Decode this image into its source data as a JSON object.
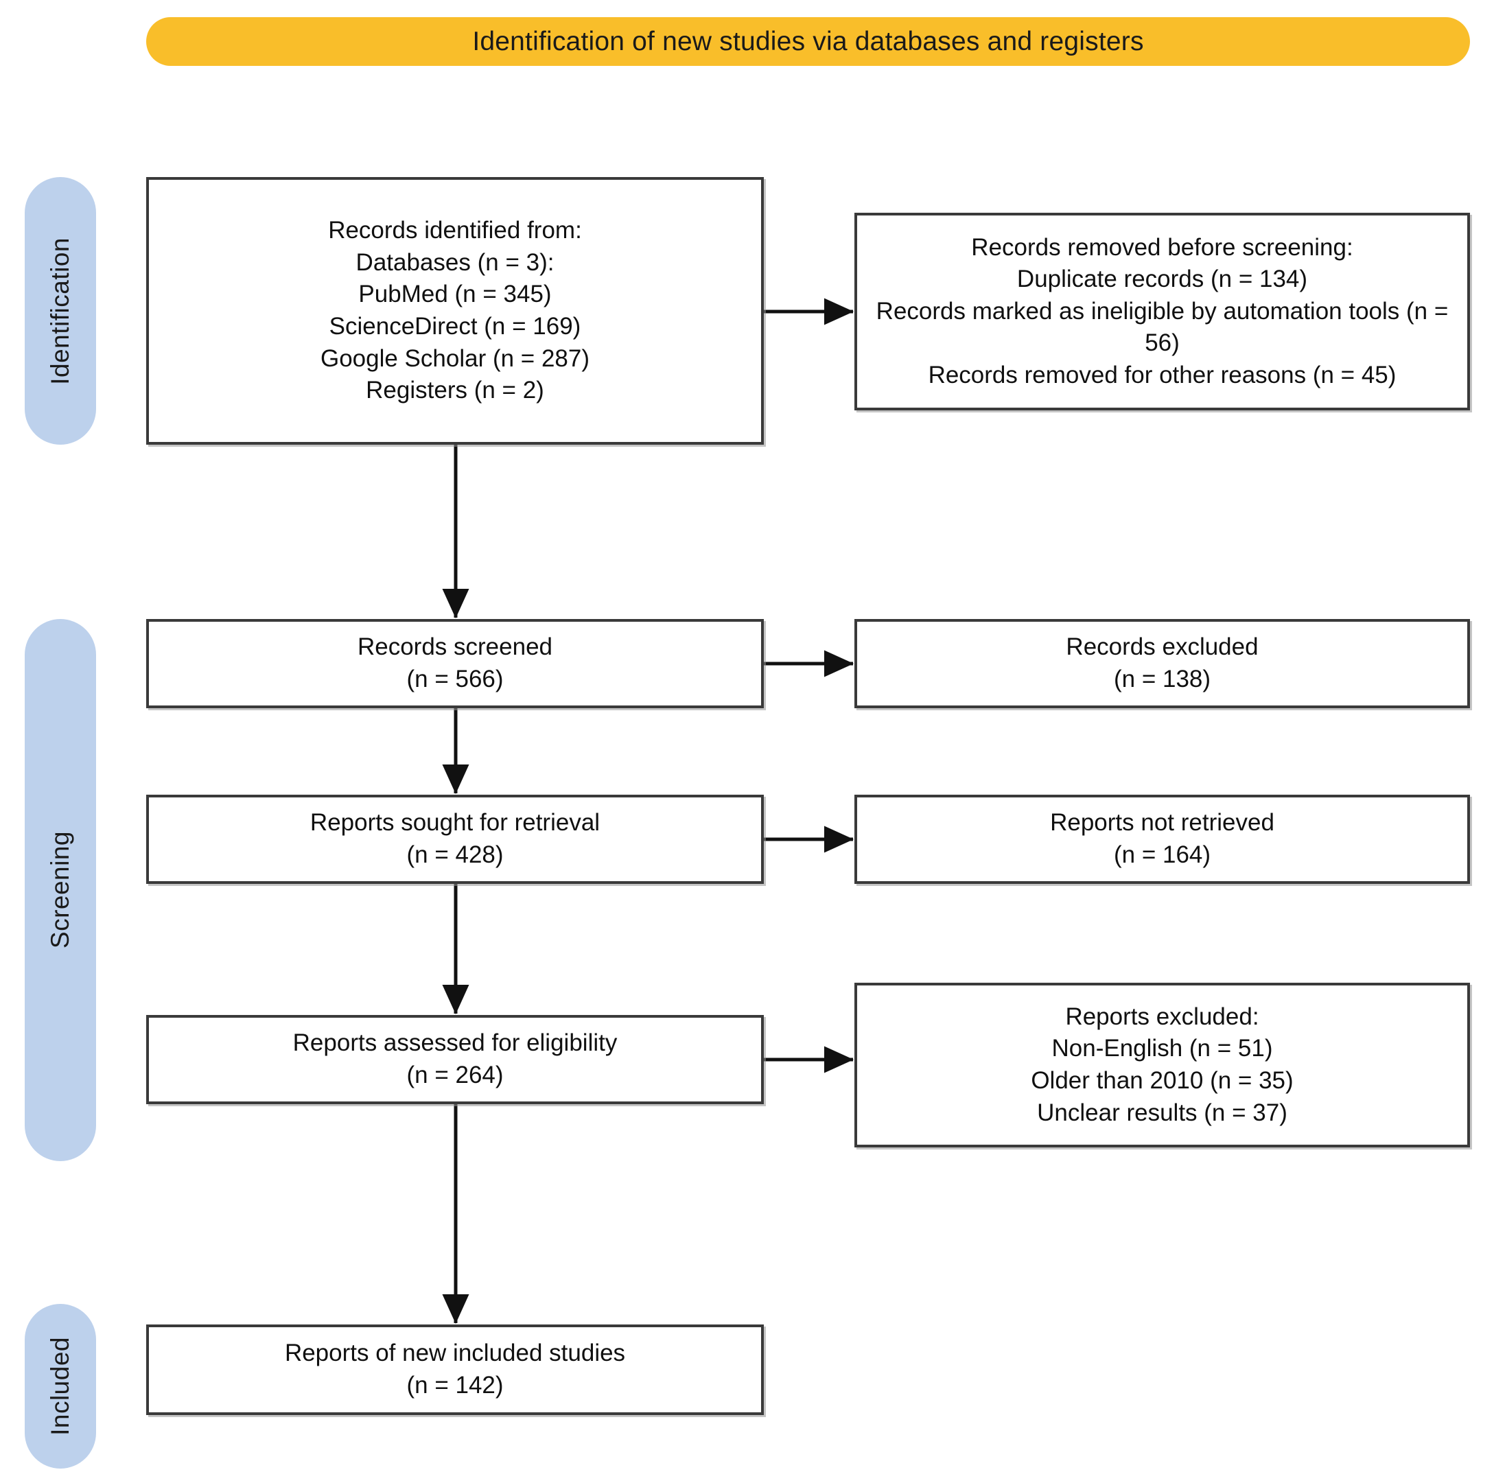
{
  "banner": {
    "title": "Identification of new studies via databases and registers",
    "color": "#F9BE2A"
  },
  "stages": [
    {
      "id": "identification",
      "label": "Identification",
      "color": "#BDD1EC"
    },
    {
      "id": "screening",
      "label": "Screening",
      "color": "#BDD1EC"
    },
    {
      "id": "included",
      "label": "Included",
      "color": "#BDD1EC"
    }
  ],
  "boxes": {
    "identified": {
      "lines": [
        "Records identified from:",
        "Databases (n = 3):",
        "PubMed (n = 345)",
        "ScienceDirect (n = 169)",
        "Google Scholar (n = 287)",
        "Registers (n = 2)"
      ]
    },
    "removed": {
      "lines": [
        "Records removed before screening:",
        "Duplicate records (n = 134)",
        "Records marked as ineligible by automation tools (n = 56)",
        "Records removed for other reasons (n = 45)"
      ]
    },
    "screened": {
      "lines": [
        "Records screened",
        "(n = 566)"
      ]
    },
    "excluded_records": {
      "lines": [
        "Records excluded",
        "(n = 138)"
      ]
    },
    "sought": {
      "lines": [
        "Reports sought for retrieval",
        "(n = 428)"
      ]
    },
    "not_retrieved": {
      "lines": [
        "Reports not retrieved",
        "(n = 164)"
      ]
    },
    "assessed": {
      "lines": [
        "Reports assessed for eligibility",
        "(n = 264)"
      ]
    },
    "excluded_reports": {
      "lines": [
        "Reports excluded:",
        "Non-English (n = 51)",
        "Older than 2010 (n = 35)",
        "Unclear results (n = 37)"
      ]
    },
    "included": {
      "lines": [
        "Reports of new included studies",
        "(n = 142)"
      ]
    }
  },
  "chart_data": {
    "type": "diagram",
    "title": "PRISMA 2020 flow diagram for new systematic reviews which included searches of databases and registers only",
    "stages": [
      "Identification",
      "Screening",
      "Included"
    ],
    "nodes": [
      {
        "id": "identified",
        "stage": "Identification",
        "column": "left",
        "n_total": null,
        "detail": {
          "databases": 3,
          "PubMed": 345,
          "ScienceDirect": 169,
          "Google Scholar": 287,
          "registers": 2
        }
      },
      {
        "id": "removed",
        "stage": "Identification",
        "column": "right",
        "detail": {
          "duplicate_records": 134,
          "ineligible_by_automation_tools": 56,
          "removed_other_reasons": 45
        }
      },
      {
        "id": "screened",
        "stage": "Screening",
        "column": "left",
        "n": 566
      },
      {
        "id": "excluded_records",
        "stage": "Screening",
        "column": "right",
        "n": 138
      },
      {
        "id": "sought",
        "stage": "Screening",
        "column": "left",
        "n": 428
      },
      {
        "id": "not_retrieved",
        "stage": "Screening",
        "column": "right",
        "n": 164
      },
      {
        "id": "assessed",
        "stage": "Screening",
        "column": "left",
        "n": 264
      },
      {
        "id": "excluded_reports",
        "stage": "Screening",
        "column": "right",
        "detail": {
          "Non-English": 51,
          "Older than 2010": 35,
          "Unclear results": 37
        }
      },
      {
        "id": "included",
        "stage": "Included",
        "column": "left",
        "n": 142
      }
    ],
    "edges": [
      {
        "from": "identified",
        "to": "removed",
        "direction": "right"
      },
      {
        "from": "identified",
        "to": "screened",
        "direction": "down"
      },
      {
        "from": "screened",
        "to": "excluded_records",
        "direction": "right"
      },
      {
        "from": "screened",
        "to": "sought",
        "direction": "down"
      },
      {
        "from": "sought",
        "to": "not_retrieved",
        "direction": "right"
      },
      {
        "from": "sought",
        "to": "assessed",
        "direction": "down"
      },
      {
        "from": "assessed",
        "to": "excluded_reports",
        "direction": "right"
      },
      {
        "from": "assessed",
        "to": "included",
        "direction": "down"
      }
    ]
  }
}
